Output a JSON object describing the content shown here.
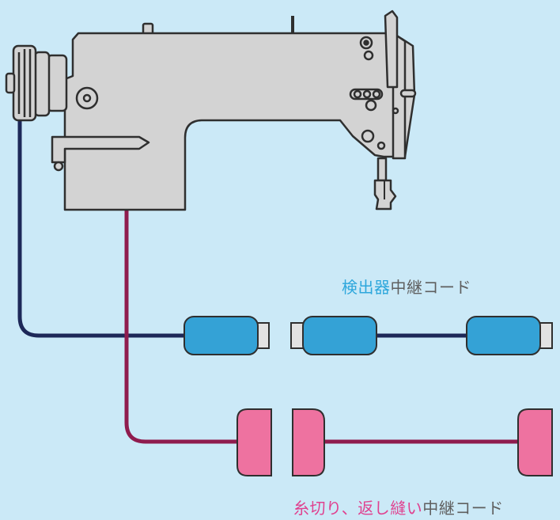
{
  "colors": {
    "background": "#cbe9f7",
    "machine_body": "#d3d3d3",
    "outline": "#2f2f2f",
    "detector_cable": "#1d2858",
    "thread_cable": "#8f1c4e",
    "detector_connector": "#34a2d6",
    "thread_connector": "#ee72a0",
    "plug_tip": "#e2e2e2",
    "highlight_text": "#2ea7dc",
    "pink_text": "#e0418f",
    "gray_text": "#5f5f5f"
  },
  "icons": {
    "machine": "sewing-machine-icon"
  },
  "labels": {
    "detector": {
      "highlight": "検出器",
      "rest": "中継コード"
    },
    "thread": {
      "highlight": "糸切り、返し縫い",
      "rest": "中継コード"
    }
  }
}
